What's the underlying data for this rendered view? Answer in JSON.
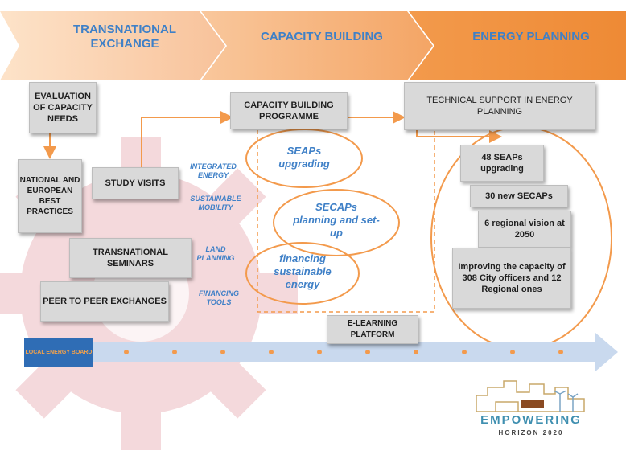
{
  "stages": [
    {
      "title": "TRANSNATIONAL EXCHANGE"
    },
    {
      "title": "CAPACITY BUILDING"
    },
    {
      "title": "ENERGY PLANNING"
    }
  ],
  "left_boxes": {
    "evaluation": "EVALUATION OF CAPACITY NEEDS",
    "best_practices": "NATIONAL AND EUROPEAN BEST PRACTICES",
    "study_visits": "STUDY VISITS",
    "seminars": "TRANSNATIONAL SEMINARS",
    "peer": "PEER TO PEER EXCHANGES"
  },
  "themes": {
    "integrated_energy": "INTEGRATED ENERGY",
    "sustainable_mobility": "SUSTAINABLE MOBILITY",
    "land_planning": "LAND PLANNING",
    "financing_tools": "FINANCING TOOLS"
  },
  "capacity": {
    "programme": "CAPACITY BUILDING PROGRAMME",
    "seaps": "SEAPs upgrading",
    "secaps": "SECAPs planning and set-up",
    "financing": "financing sustainable energy",
    "elearning": "E-LEARNING PLATFORM"
  },
  "planning": {
    "technical": "TECHNICAL SUPPORT IN ENERGY PLANNING",
    "seaps48": "48 SEAPs upgrading",
    "secaps30": "30 new SECAPs",
    "vision": "6 regional vision at 2050",
    "capacity": "Improving the capacity of 308 City officers and 12 Regional ones"
  },
  "timeline": {
    "start": "LOCAL ENERGY BOARD"
  },
  "logo": {
    "word": "EMPOWERING",
    "sub": "HORIZON 2020"
  },
  "colors": {
    "orange": "#f39a4c",
    "orange_light": "#f8c9a0",
    "blue_text": "#3f80c7",
    "arrow_blue": "#c9d9ee",
    "gear_pink": "#f2d2d6"
  }
}
